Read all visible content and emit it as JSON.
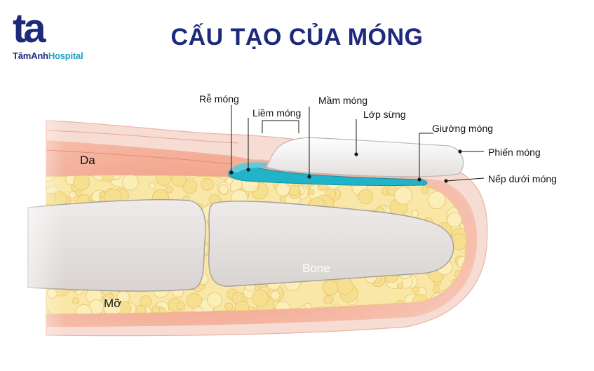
{
  "brand": {
    "mark": "ta",
    "name_part1": "TâmAnh",
    "name_part2": "Hospital",
    "colors": {
      "navy": "#1d2a7c",
      "teal": "#1aa3c4"
    }
  },
  "title": "CẤU TẠO CỦA MÓNG",
  "labels": {
    "re_mong": "Rễ móng",
    "liem_mong": "Liềm móng",
    "mam_mong": "Mầm móng",
    "lop_sung": "Lớp sừng",
    "giuong_mong": "Giường móng",
    "phien_mong": "Phiến móng",
    "nep_duoi_mong": "Nếp dưới móng",
    "da": "Da",
    "mo": "Mỡ",
    "bone": "Bone"
  },
  "colors": {
    "skin": "#f6d8cf",
    "dermis": "#f2a58c",
    "fat": "#f8e6a2",
    "bone": "#e6e2e0",
    "nail_matrix": "#21b3c9",
    "nail_plate": "#f3f2f1"
  }
}
